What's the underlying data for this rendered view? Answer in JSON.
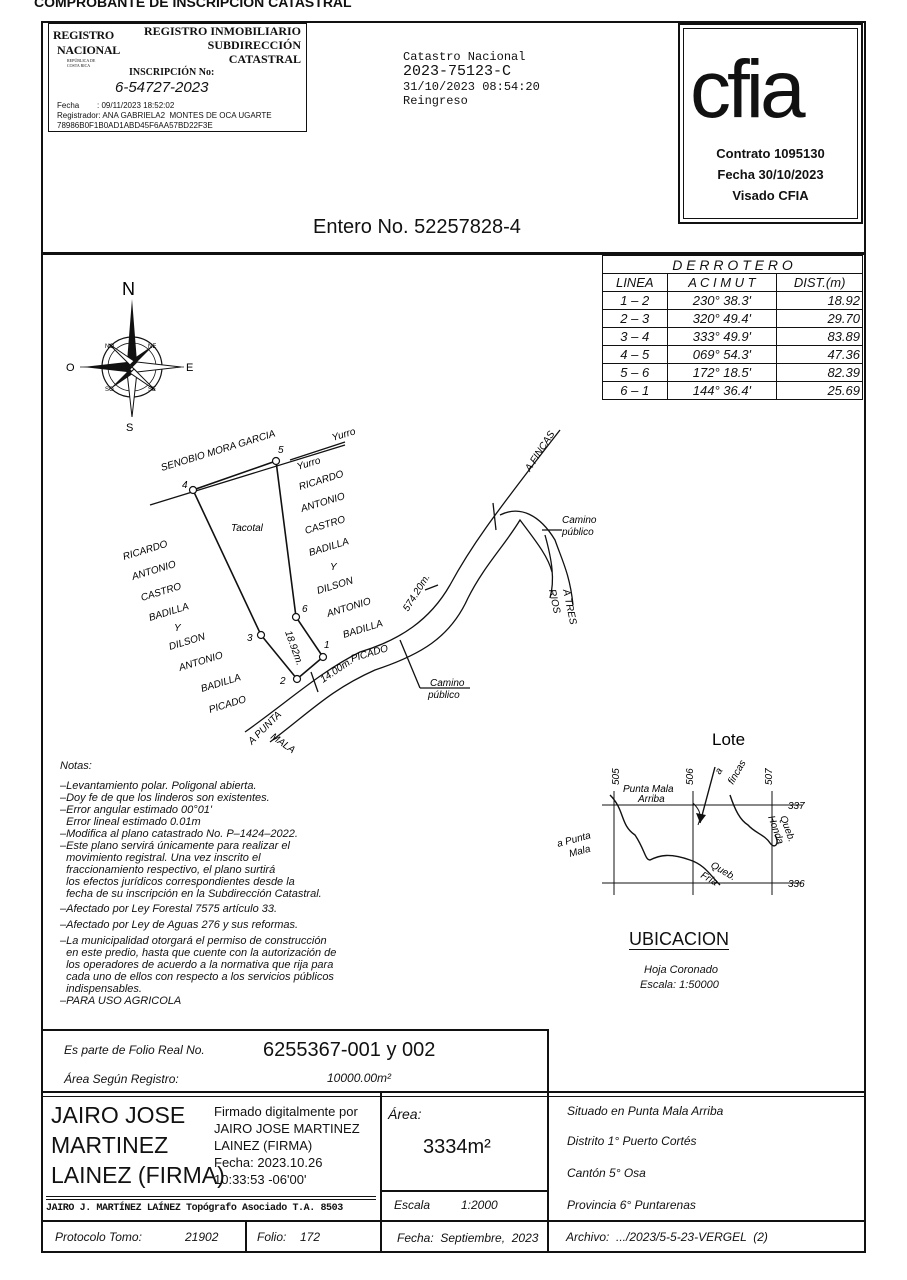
{
  "doc_header": "COMPROBANTE DE INSCRIPCION CATASTRAL",
  "registro": {
    "logo_line1": "REGISTRO",
    "logo_line2": "NACIONAL",
    "logo_small": "REPÚBLICA DE COSTA RICA",
    "title_lines": [
      "REGISTRO INMOBILIARIO",
      "SUBDIRECCIÓN",
      "CATASTRAL"
    ],
    "inscripcion_label": "INSCRIPCIÓN No:",
    "inscripcion_no": "6-54727-2023",
    "fecha_line": "Fecha        : 09/11/2023 18:52:02",
    "registrador_line": "Registrador: ANA GABRIELA2  MONTES DE OCA UGARTE",
    "hash": "78986B0F1B0AD1ABD45F6AA57BD22F3E"
  },
  "catastro": {
    "line1": "Catastro Nacional",
    "number": "2023-75123-C",
    "datetime": "31/10/2023 08:54:20",
    "status": "Reingreso"
  },
  "cfia": {
    "logo": "cfia",
    "contrato": "Contrato 1095130",
    "fecha": "Fecha 30/10/2023",
    "visado": "Visado CFIA"
  },
  "entero": "Entero No. 52257828-4",
  "derrotero": {
    "title": "D E R R O T E R O",
    "headers": [
      "LINEA",
      "A C I M U T",
      "DIST.(m)"
    ],
    "rows": [
      [
        "1 – 2",
        "230° 38.3'",
        "18.92"
      ],
      [
        "2 – 3",
        "320° 49.4'",
        "29.70"
      ],
      [
        "3 – 4",
        "333° 49.9'",
        "83.89"
      ],
      [
        "4 – 5",
        "069° 54.3'",
        "47.36"
      ],
      [
        "5 – 6",
        "172° 18.5'",
        "82.39"
      ],
      [
        "6 – 1",
        "144° 36.4'",
        "25.69"
      ]
    ]
  },
  "compass": {
    "n": "N",
    "s": "S",
    "e": "E",
    "o": "O",
    "ne": "NE",
    "no": "NO",
    "se": "SE",
    "so": "SO"
  },
  "plan": {
    "senobio": "SENOBIO MORA GARCIA",
    "yurro_arrow": "Yurro",
    "yurro": "Yurro",
    "tacotal": "Tacotal",
    "right_owner": [
      "RICARDO",
      "ANTONIO",
      "CASTRO",
      "BADILLA",
      "Y",
      "DILSON",
      "ANTONIO",
      "BADILLA",
      "PICADO"
    ],
    "left_owner": [
      "RICARDO",
      "ANTONIO",
      "CASTRO",
      "BADILLA",
      "Y",
      "DILSON",
      "ANTONIO",
      "BADILLA",
      "PICADO"
    ],
    "points": [
      "1",
      "2",
      "3",
      "4",
      "5",
      "6"
    ],
    "dist_1892": "18.92m.",
    "dist_1400": "14.00m.",
    "dist_574": "574.20m.",
    "a_fincas": "A FINCAS",
    "camino_publico_1": [
      "Camino",
      "público"
    ],
    "camino_publico_2": [
      "Camino",
      "público"
    ],
    "a_tres_rios": [
      "A TRES",
      "RIOS"
    ],
    "a_punta_mala": [
      "A PUNTA",
      "MALA"
    ]
  },
  "notas": {
    "title": "Notas:",
    "lines": [
      "–Levantamiento polar. Poligonal abierta.",
      "–Doy fe de que los linderos son existentes.",
      "–Error angular estimado 00°01'",
      "  Error lineal estimado 0.01m",
      "–Modifica al plano catastrado No. P–1424–2022.",
      "–Este plano servirá únicamente para realizar el",
      "  movimiento registral. Una vez inscrito el",
      "  fraccionamiento respectivo, el plano surtirá",
      "  los efectos jurídicos correspondientes desde la",
      "  fecha de su inscripción en la Subdirección Catastral.",
      "–Afectado por Ley Forestal 7575 artículo 33.",
      "–Afectado por Ley de Aguas 276 y sus reformas.",
      "–La municipalidad otorgará el permiso de construcción",
      "  en este predio, hasta que cuente con la autorización de",
      "  los operadores de acuerdo a la normativa que rija para",
      "  cada uno de ellos con respecto a los servicios públicos",
      "  indispensables.",
      "–PARA USO AGRICOLA"
    ]
  },
  "ubicacion": {
    "lote": "Lote",
    "grid_x": [
      "505",
      "506",
      "507"
    ],
    "grid_y": [
      "337",
      "336"
    ],
    "punta_mala_arriba": [
      "Punta Mala",
      "Arriba"
    ],
    "a_fincas": [
      "a",
      "fincas"
    ],
    "queb_honda": [
      "Queb.",
      "Honda"
    ],
    "a_punta_mala": [
      "a Punta",
      "Mala"
    ],
    "queb_fria": [
      "Queb.",
      "Fría"
    ],
    "title": "UBICACION",
    "hoja": "Hoja Coronado",
    "escala": "Escala:  1:50000"
  },
  "folio": {
    "label": "Es parte de Folio Real No.",
    "value": "6255367-001 y 002",
    "area_label": "Área Según Registro:",
    "area_value": "10000.00m²"
  },
  "firma": {
    "big_name": [
      "JAIRO JOSE",
      "MARTINEZ",
      "LAINEZ (FIRMA)"
    ],
    "small_lines": [
      "Firmado digitalmente por",
      "JAIRO JOSE MARTINEZ",
      "LAINEZ (FIRMA)",
      "Fecha: 2023.10.26",
      "10:33:53 -06'00'"
    ],
    "surveyor": "JAIRO J. MARTÍNEZ LAÍNEZ Topógrafo Asociado T.A. 8503"
  },
  "area": {
    "label": "Área:",
    "value": "3334m²"
  },
  "escala": {
    "label": "Escala",
    "value": "1:2000"
  },
  "situado": {
    "situado": "Situado  en  Punta  Mala  Arriba",
    "distrito": "Distrito  1°  Puerto  Cortés",
    "canton": "Cantón  5°  Osa",
    "provincia": "Provincia  6°  Puntarenas"
  },
  "footer": {
    "protocolo_label": "Protocolo Tomo:",
    "protocolo_value": "21902",
    "folio_label": "Folio:",
    "folio_value": "172",
    "fecha": "Fecha:  Septiembre,  2023",
    "archivo": "Archivo:  .../2023/5-5-23-VERGEL  (2)"
  }
}
